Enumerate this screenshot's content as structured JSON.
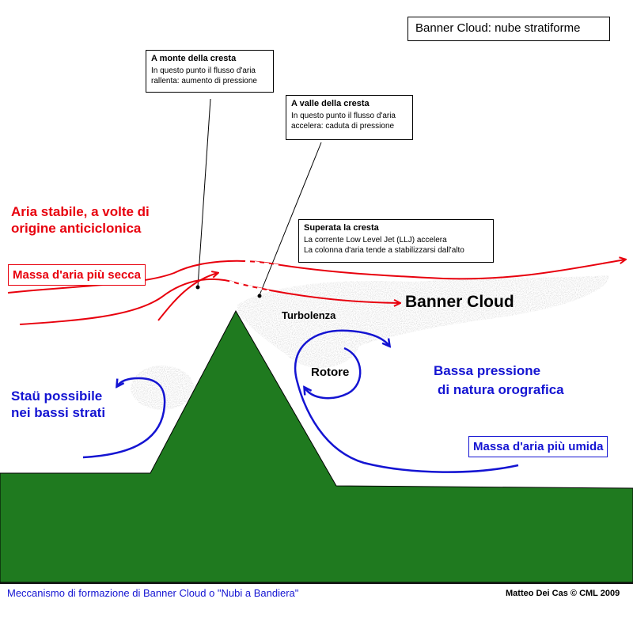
{
  "title": "Banner Cloud: nube stratiforme",
  "callouts": {
    "upstream": {
      "heading": "A monte della cresta",
      "line1": "In questo punto il flusso d'aria",
      "line2": "rallenta: aumento di pressione"
    },
    "downstream": {
      "heading": "A valle della cresta",
      "line1": "In questo punto il flusso d'aria",
      "line2": "accelera: caduta di pressione"
    },
    "beyond": {
      "heading": "Superata la cresta",
      "line1": "La corrente Low Level Jet (LLJ) accelera",
      "line2": "La colonna d'aria tende a stabilizzarsi dall'alto"
    }
  },
  "labels": {
    "stable_air_line1": "Aria stabile, a volte di",
    "stable_air_line2": "origine anticiclonica",
    "dry_mass": "Massa d'aria più secca",
    "banner_cloud": "Banner Cloud",
    "turbulence": "Turbolenza",
    "rotor": "Rotore",
    "low_pressure_line1": "Bassa pressione",
    "low_pressure_line2": "di natura orografica",
    "stau_line1": "Staü possibile",
    "stau_line2": "nei bassi strati",
    "humid_mass": "Massa d'aria più umida"
  },
  "footer": {
    "caption": "Meccanismo di formazione di Banner Cloud o \"Nubi a Bandiera\"",
    "credit": "Matteo Dei Cas © CML 2009"
  },
  "colors": {
    "terrain": "#1f7a1f",
    "dry_air_flow": "#e8000d",
    "humid_air_flow": "#1414d2",
    "cloud": "#808080"
  }
}
